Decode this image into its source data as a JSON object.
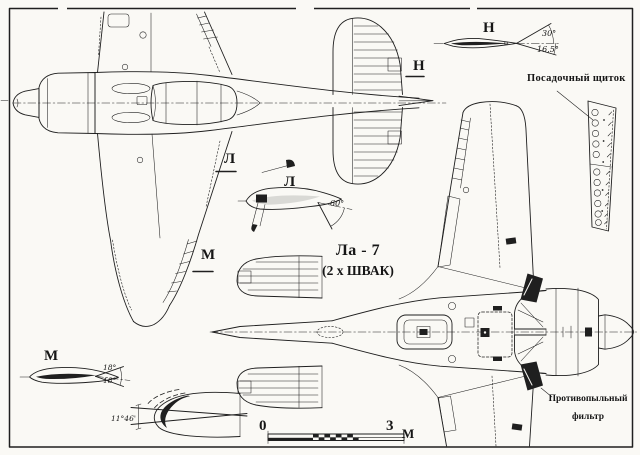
{
  "colors": {
    "ink": "#1f1f1f",
    "paper": "#faf9f5"
  },
  "title": {
    "aircraft": "Ла - 7",
    "armament": "(2 х ШВАК)"
  },
  "markers": {
    "n": "Н",
    "l": "Л",
    "m": "М"
  },
  "detail_n": {
    "label": "Н",
    "upper_angle": "30°",
    "lower_angle": "16,5°"
  },
  "detail_l": {
    "label": "Л",
    "flap_angle": "60°"
  },
  "detail_m": {
    "label": "М",
    "upper_angle": "18°",
    "lower_angle": "18°"
  },
  "slat_detail": {
    "angle": "11°46'"
  },
  "callouts": {
    "landing_flap": "Посадочный щиток",
    "dust_filter_line1": "Противопыльный",
    "dust_filter_line2": "фильтр"
  },
  "scale_bar": {
    "start": "0",
    "end": "3",
    "unit": "М"
  }
}
